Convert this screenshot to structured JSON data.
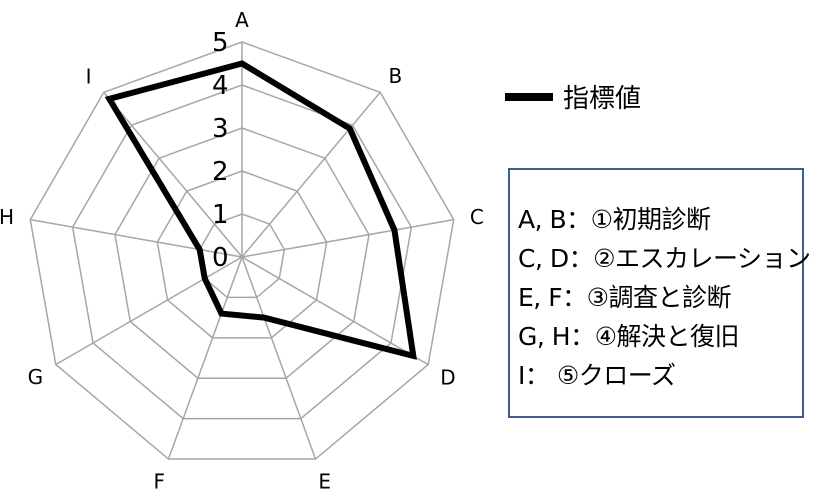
{
  "chart_data": {
    "type": "radar",
    "axes": [
      "A",
      "B",
      "C",
      "D",
      "E",
      "F",
      "G",
      "H",
      "I"
    ],
    "rlim": [
      0,
      5
    ],
    "ticks": [
      "0",
      "1",
      "2",
      "3",
      "4",
      "5"
    ],
    "grid": true,
    "legend_position": "right",
    "series": [
      {
        "name": "指標値",
        "values": [
          4.5,
          3.9,
          3.6,
          4.6,
          1.5,
          1.4,
          1.0,
          1.0,
          4.8
        ],
        "color": "#000000"
      }
    ]
  },
  "legend": {
    "label": "指標値"
  },
  "notes": [
    "A, B：①初期診断",
    "C, D：②エスカレーション",
    "E,  F：③調査と診断",
    "G, H：④解決と復旧",
    " I：    ⑤クローズ"
  ],
  "colors": {
    "grid": "#a6a6a6",
    "series": "#000000",
    "box_border": "#3d5f8f"
  }
}
